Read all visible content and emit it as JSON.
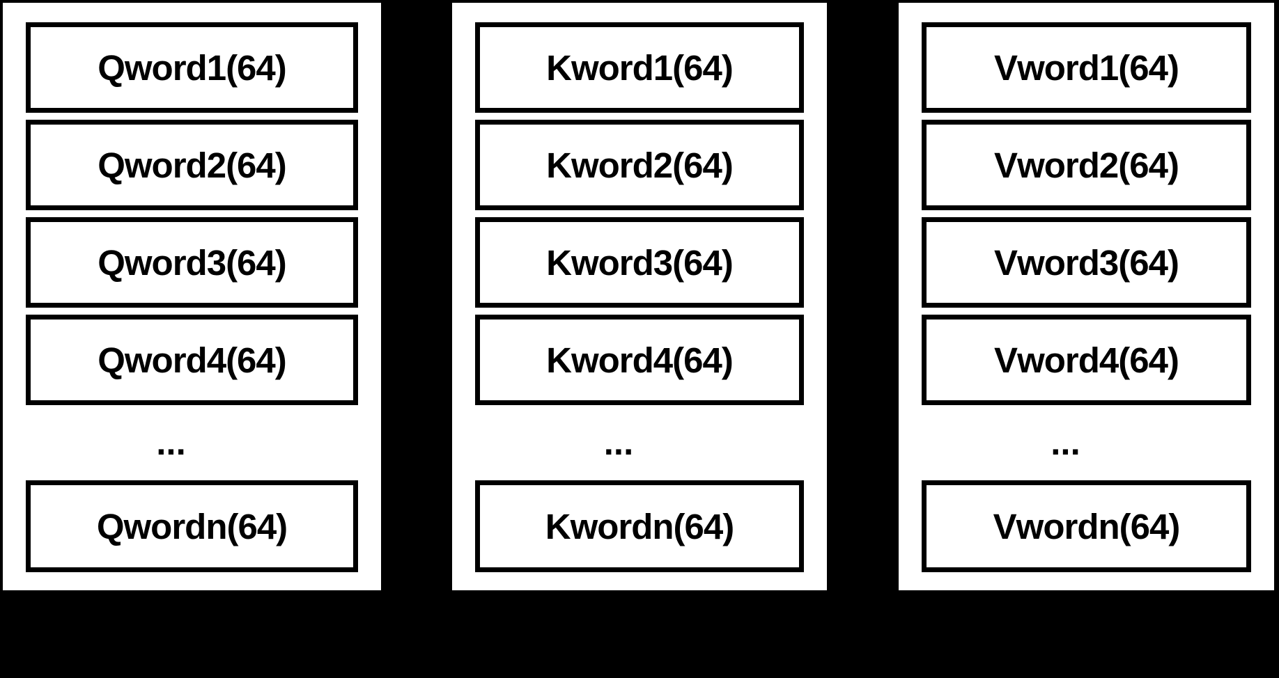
{
  "diagram": {
    "colors": {
      "background": "#000000",
      "box_fill": "#ffffff",
      "box_border": "#000000",
      "text": "#000000"
    },
    "columns": [
      {
        "cells": [
          "Qword1(64)",
          "Qword2(64)",
          "Qword3(64)",
          "Qword4(64)"
        ],
        "ellipsis": "...",
        "last_cell": "Qwordn(64)"
      },
      {
        "cells": [
          "Kword1(64)",
          "Kword2(64)",
          "Kword3(64)",
          "Kword4(64)"
        ],
        "ellipsis": "...",
        "last_cell": "Kwordn(64)"
      },
      {
        "cells": [
          "Vword1(64)",
          "Vword2(64)",
          "Vword3(64)",
          "Vword4(64)"
        ],
        "ellipsis": "...",
        "last_cell": "Vwordn(64)"
      }
    ]
  }
}
